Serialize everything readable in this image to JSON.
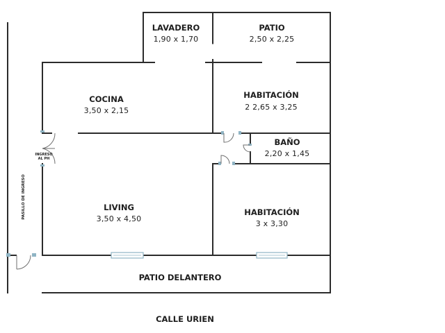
{
  "rooms": {
    "lavadero": {
      "name": "LAVADERO",
      "size": "1,90 x 1,70"
    },
    "patio": {
      "name": "PATIO",
      "size": "2,50 x 2,25"
    },
    "cocina": {
      "name": "COCINA",
      "size": "3,50 x 2,15"
    },
    "habitacion2": {
      "name": "HABITACIÓN",
      "size": "2 2,65 x 3,25"
    },
    "bano": {
      "name": "BAÑO",
      "size": "2,20 x 1,45"
    },
    "living": {
      "name": "LIVING",
      "size": "3,50 x 4,50"
    },
    "habitacion": {
      "name": "HABITACIÓN",
      "size": "3 x 3,30"
    },
    "patio_delantero": {
      "name": "PATIO DELANTERO"
    }
  },
  "labels": {
    "pasillo": "PASILLO DE INGRESO",
    "ingreso_line1": "INGRESO",
    "ingreso_line2": "AL PH",
    "street": "CALLE URIEN"
  },
  "colors": {
    "walls": "#2b2b2b",
    "windows": "#8fb4c4",
    "background": "#ffffff"
  }
}
